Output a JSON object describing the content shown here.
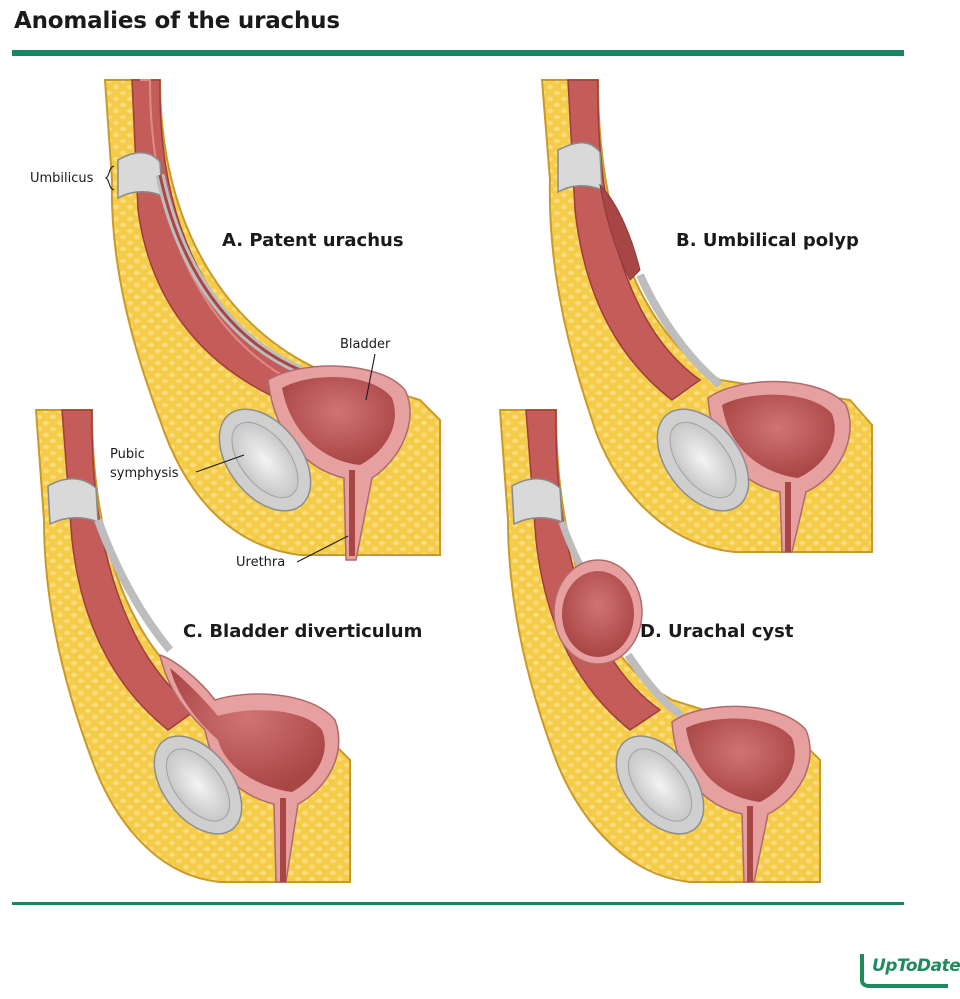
{
  "title": "Anomalies of the urachus",
  "panels": {
    "a": {
      "title": "A. Patent urachus"
    },
    "b": {
      "title": "B. Umbilical polyp"
    },
    "c": {
      "title": "C. Bladder diverticulum"
    },
    "d": {
      "title": "D. Urachal cyst"
    }
  },
  "labels": {
    "umbilicus": "Umbilicus",
    "bladder": "Bladder",
    "pubic": "Pubic",
    "symphysis": "symphysis",
    "urethra": "Urethra"
  },
  "logo": {
    "text": "UpToDate",
    "color": "#1f8a5e"
  },
  "colors": {
    "rule": "#17875f",
    "fat": "#f5cc4a",
    "fat_edge": "#c99a2a",
    "muscle": "#c45c5a",
    "bladder": "#b04848",
    "bladder_wall": "#e6a0a0",
    "tissue_gray": "#d9d9d9"
  }
}
